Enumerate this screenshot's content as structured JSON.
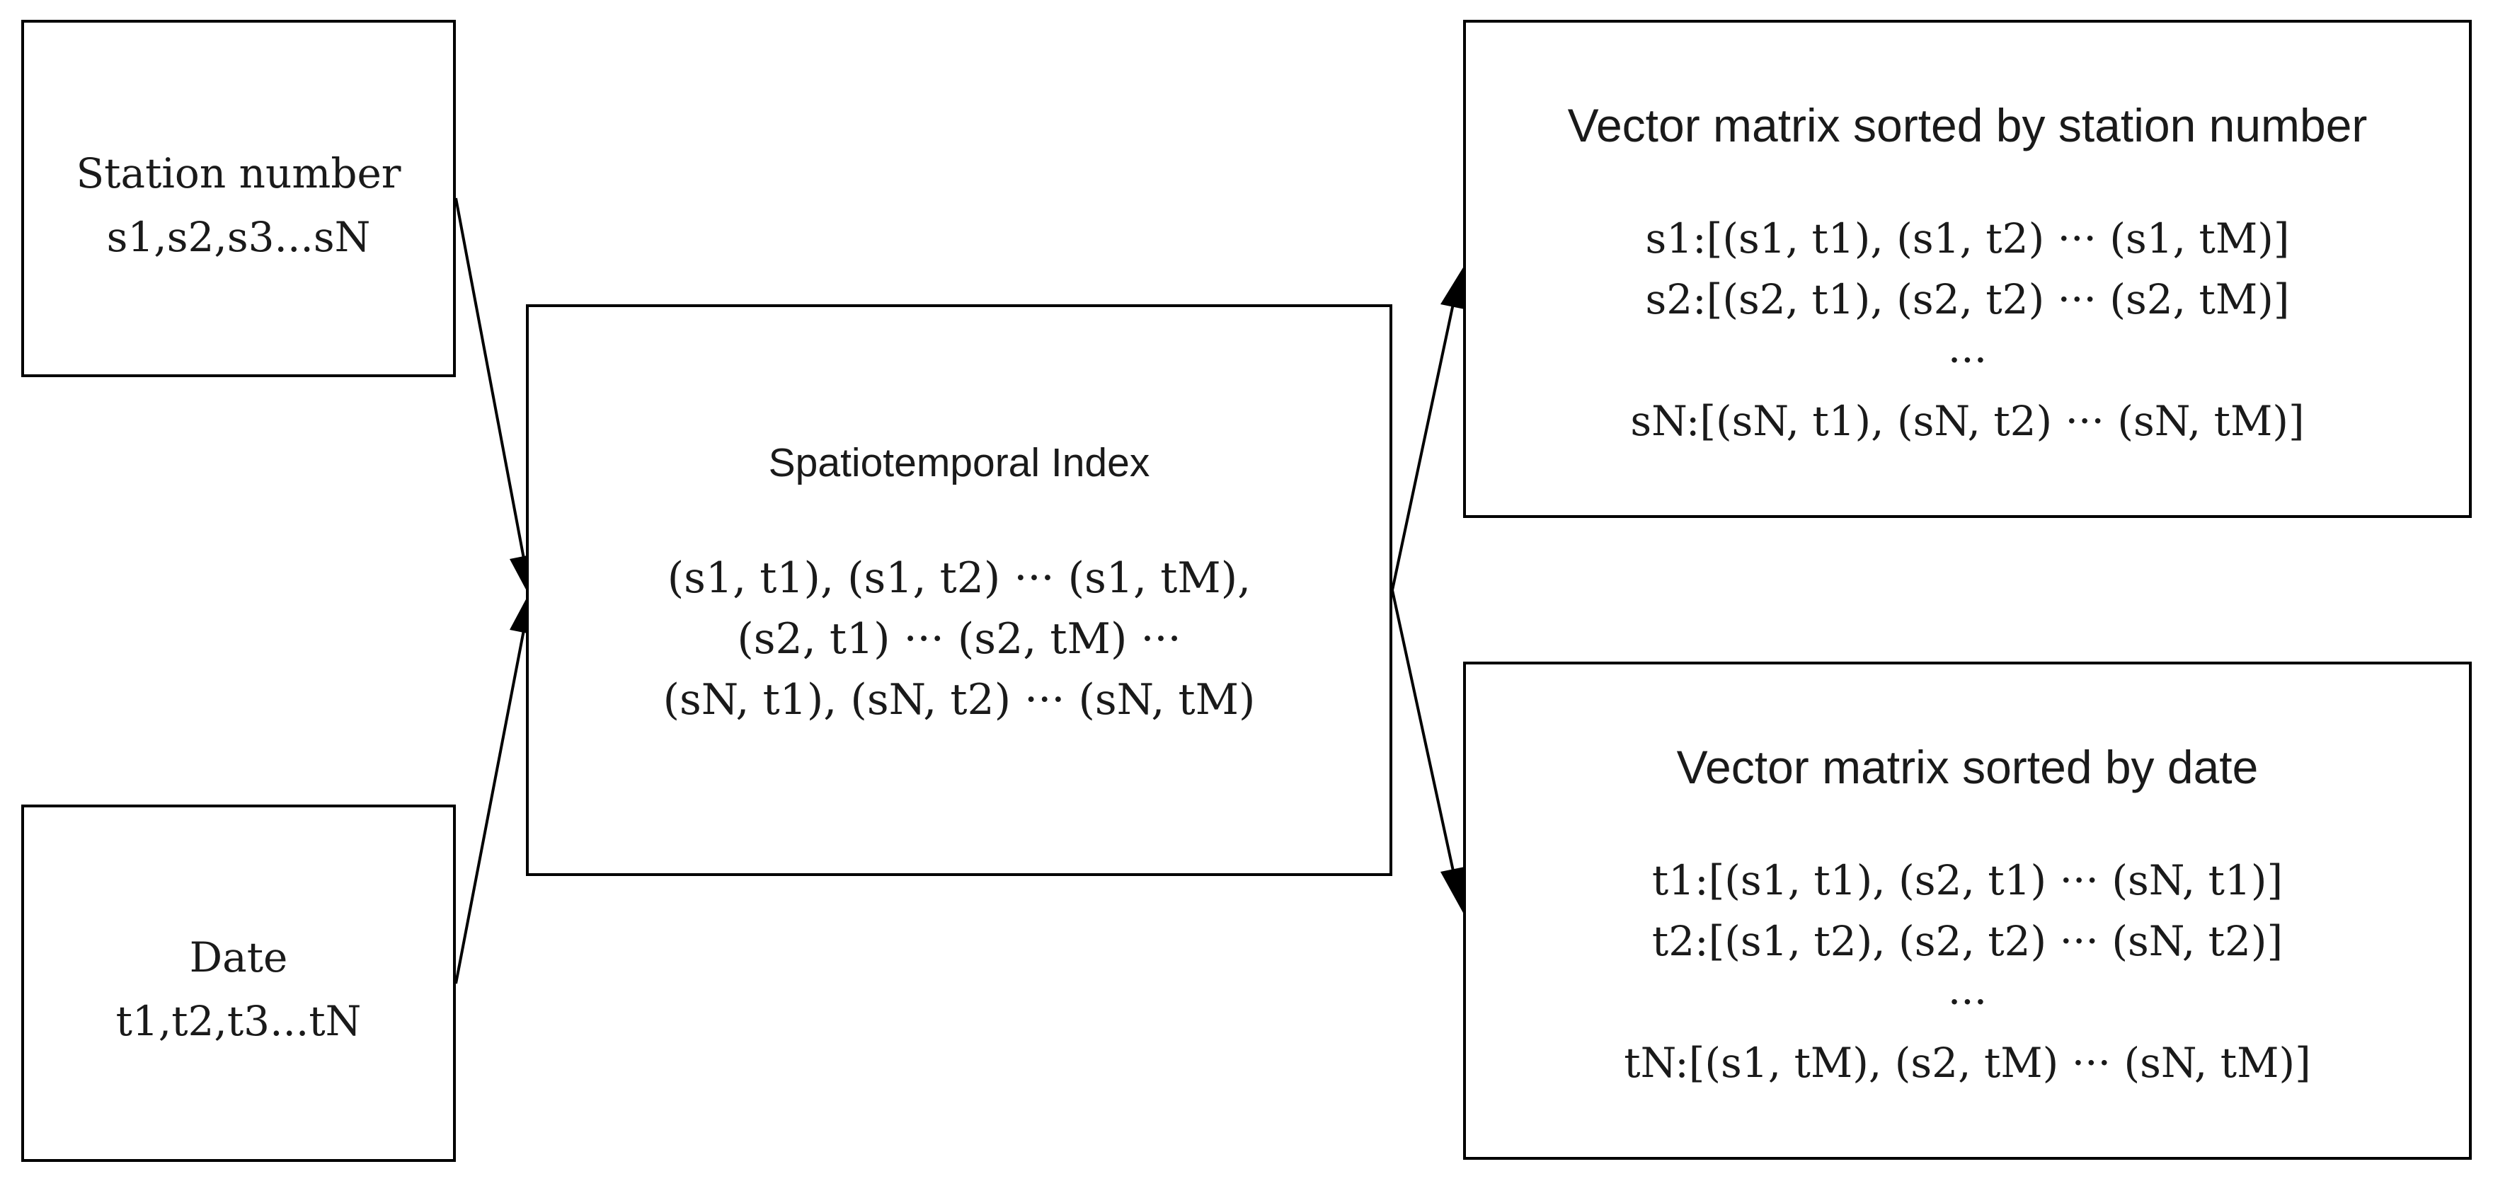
{
  "station_box": {
    "lines": [
      "Station number",
      "s1,s2,s3...sN"
    ]
  },
  "date_box": {
    "lines": [
      "Date",
      "t1,t2,t3...tN"
    ]
  },
  "index_box": {
    "title": "Spatiotemporal Index",
    "lines": [
      "(s1, t1), (s1, t2) ··· (s1, tM),",
      "(s2, t1) ··· (s2, tM) ···",
      "(sN, t1), (sN, t2) ··· (sN, tM)"
    ]
  },
  "station_matrix": {
    "title": "Vector matrix sorted by station number",
    "lines": [
      "s1:[(s1, t1), (s1, t2) ··· (s1, tM)]",
      "s2:[(s2, t1), (s2, t2) ··· (s2, tM)]",
      "···",
      "sN:[(sN, t1), (sN, t2) ··· (sN, tM)]"
    ]
  },
  "date_matrix": {
    "title": "Vector matrix sorted by date",
    "lines": [
      "t1:[(s1, t1), (s2, t1) ··· (sN, t1)]",
      "t2:[(s1, t2), (s2, t2) ··· (sN, t2)]",
      "···",
      "tN:[(s1, tM), (s2, tM) ··· (sN, tM)]"
    ]
  }
}
